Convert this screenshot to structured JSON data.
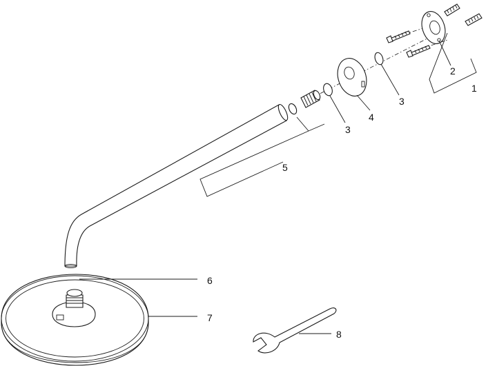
{
  "labels": {
    "p1": "1",
    "p2": "2",
    "p3a": "3",
    "p3b": "3",
    "p4": "4",
    "p5": "5",
    "p6": "6",
    "p7": "7",
    "p8": "8"
  },
  "colors": {
    "line": "#1a1a1a",
    "background": "#ffffff"
  }
}
